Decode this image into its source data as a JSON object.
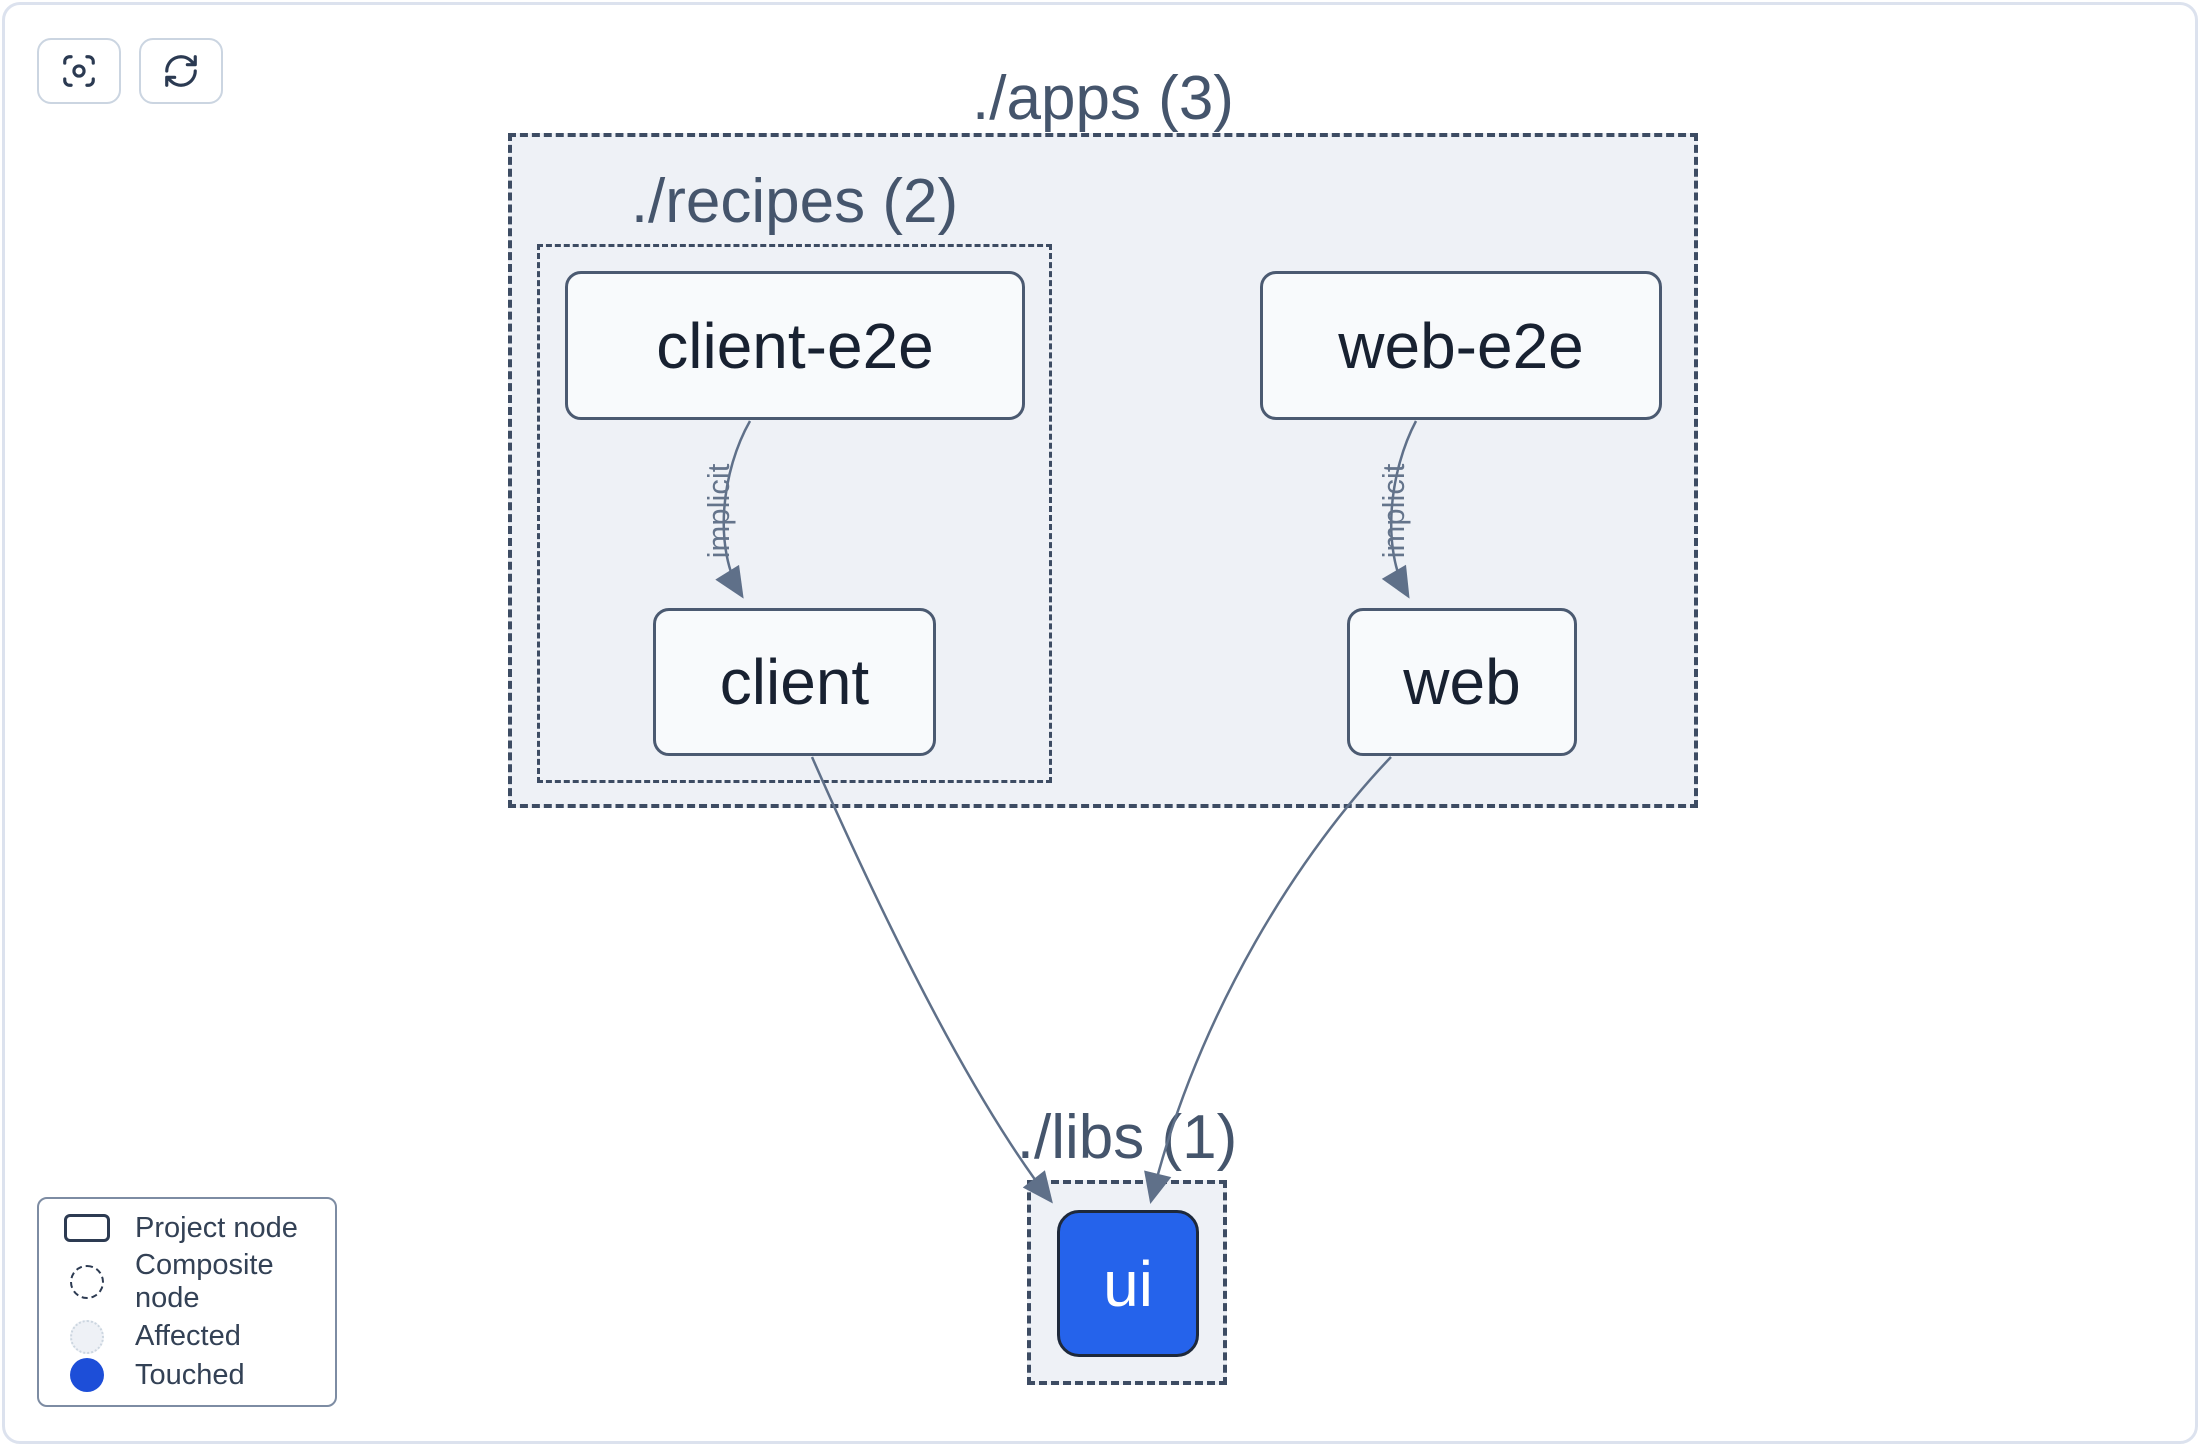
{
  "toolbar": {
    "buttons": [
      {
        "name": "focus",
        "icon": "focus-icon"
      },
      {
        "name": "refresh",
        "icon": "refresh-icon"
      }
    ]
  },
  "graph": {
    "groups": [
      {
        "id": "apps",
        "label": "./apps (3)",
        "type": "composite"
      },
      {
        "id": "recipes",
        "label": "./recipes (2)",
        "type": "composite"
      },
      {
        "id": "libs",
        "label": "./libs (1)",
        "type": "composite"
      }
    ],
    "nodes": [
      {
        "id": "client-e2e",
        "label": "client-e2e",
        "state": "normal",
        "group": "recipes"
      },
      {
        "id": "web-e2e",
        "label": "web-e2e",
        "state": "normal",
        "group": "apps"
      },
      {
        "id": "client",
        "label": "client",
        "state": "normal",
        "group": "recipes"
      },
      {
        "id": "web",
        "label": "web",
        "state": "normal",
        "group": "apps"
      },
      {
        "id": "ui",
        "label": "ui",
        "state": "touched",
        "group": "libs"
      }
    ],
    "edges": [
      {
        "from": "client-e2e",
        "to": "client",
        "type": "implicit",
        "label": "implicit"
      },
      {
        "from": "web-e2e",
        "to": "web",
        "type": "implicit",
        "label": "implicit"
      },
      {
        "from": "client",
        "to": "ui",
        "type": "static",
        "label": ""
      },
      {
        "from": "web",
        "to": "ui",
        "type": "static",
        "label": ""
      }
    ]
  },
  "legend": {
    "items": [
      {
        "label": "Project node",
        "swatch": "project"
      },
      {
        "label": "Composite node",
        "swatch": "composite"
      },
      {
        "label": "Affected",
        "swatch": "affected"
      },
      {
        "label": "Touched",
        "swatch": "touched"
      }
    ]
  },
  "colors": {
    "touched_blue": "#2563eb",
    "legend_touched_blue": "#1d4ed8",
    "group_fill": "#eef1f6",
    "group_border": "#3d4c63",
    "node_fill": "#f8fafc",
    "node_border": "#4b5a71",
    "edge": "#5f7089",
    "title_text": "#45556c",
    "frame_border": "#dce2ee"
  }
}
